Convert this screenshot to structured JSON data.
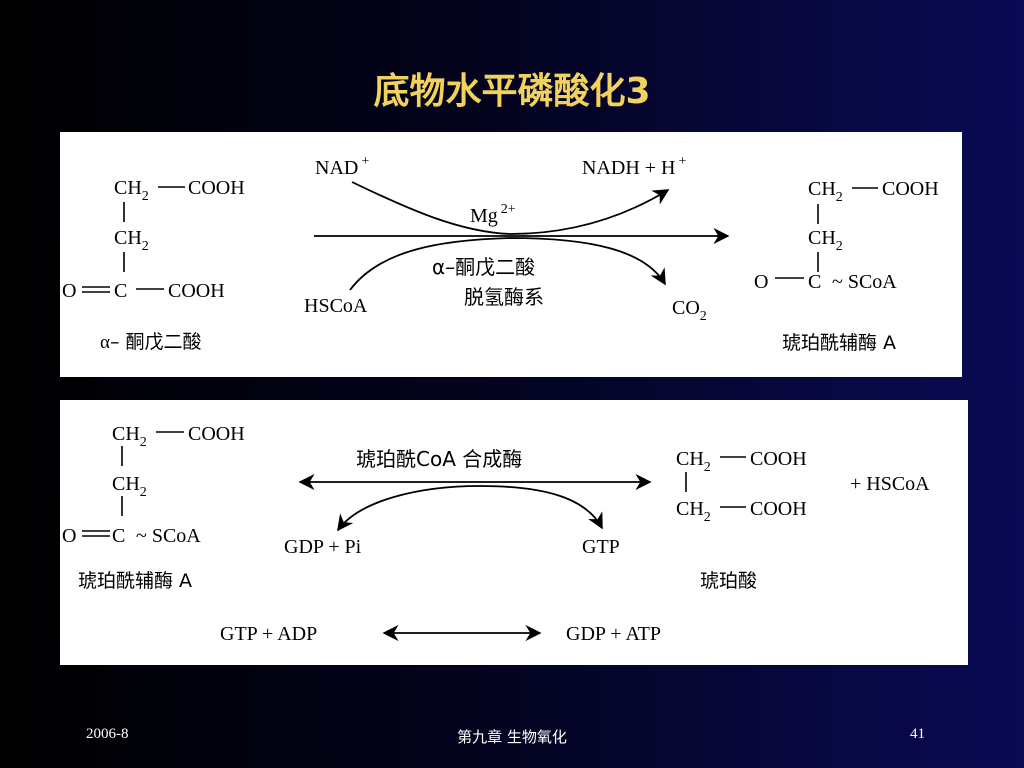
{
  "slide": {
    "title": "底物水平磷酸化3",
    "footer": {
      "date": "2006-8",
      "chapter": "第九章  生物氧化",
      "page": "41"
    }
  },
  "reaction1": {
    "substrate": {
      "row1_ch": "CH",
      "row1_sub": "2",
      "row1_group": "COOH",
      "row2_ch": "CH",
      "row2_sub": "2",
      "row3_o": "O",
      "row3_c": "C",
      "row3_group": "COOH",
      "name_greek": "α",
      "name_text": "– 酮戊二酸"
    },
    "cofactor_in_top": "NAD",
    "cofactor_in_top_sup": "+",
    "cofactor_out_top": "NADH + H",
    "cofactor_out_top_sup": "+",
    "metal": "Mg",
    "metal_sup": "2+",
    "cofactor_in_bottom": "HSCoA",
    "cofactor_out_bottom": "CO",
    "cofactor_out_bottom_sub": "2",
    "enzyme_line1": "α–酮戊二酸",
    "enzyme_line2": "脱氢酶系",
    "product": {
      "row1_ch": "CH",
      "row1_sub": "2",
      "row1_group": "COOH",
      "row2_ch": "CH",
      "row2_sub": "2",
      "row3_o": "O",
      "row3_c": "C",
      "row3_group": "~ SCoA",
      "name": "琥珀酰辅酶 A"
    }
  },
  "reaction2": {
    "substrate": {
      "row1_ch": "CH",
      "row1_sub": "2",
      "row1_group": "COOH",
      "row2_ch": "CH",
      "row2_sub": "2",
      "row3_o": "O",
      "row3_c": "C",
      "row3_group": "~ SCoA",
      "name": "琥珀酰辅酶 A"
    },
    "enzyme": "琥珀酰CoA 合成酶",
    "cofactor_in": "GDP + Pi",
    "cofactor_out": "GTP",
    "product": {
      "row1_ch": "CH",
      "row1_sub": "2",
      "row1_group": "COOH",
      "row2_ch": "CH",
      "row2_sub": "2",
      "row2_group": "COOH",
      "name": "琥珀酸"
    },
    "coproduct": "+  HSCoA",
    "exchange_left": "GTP  +  ADP",
    "exchange_right": "GDP + ATP"
  }
}
